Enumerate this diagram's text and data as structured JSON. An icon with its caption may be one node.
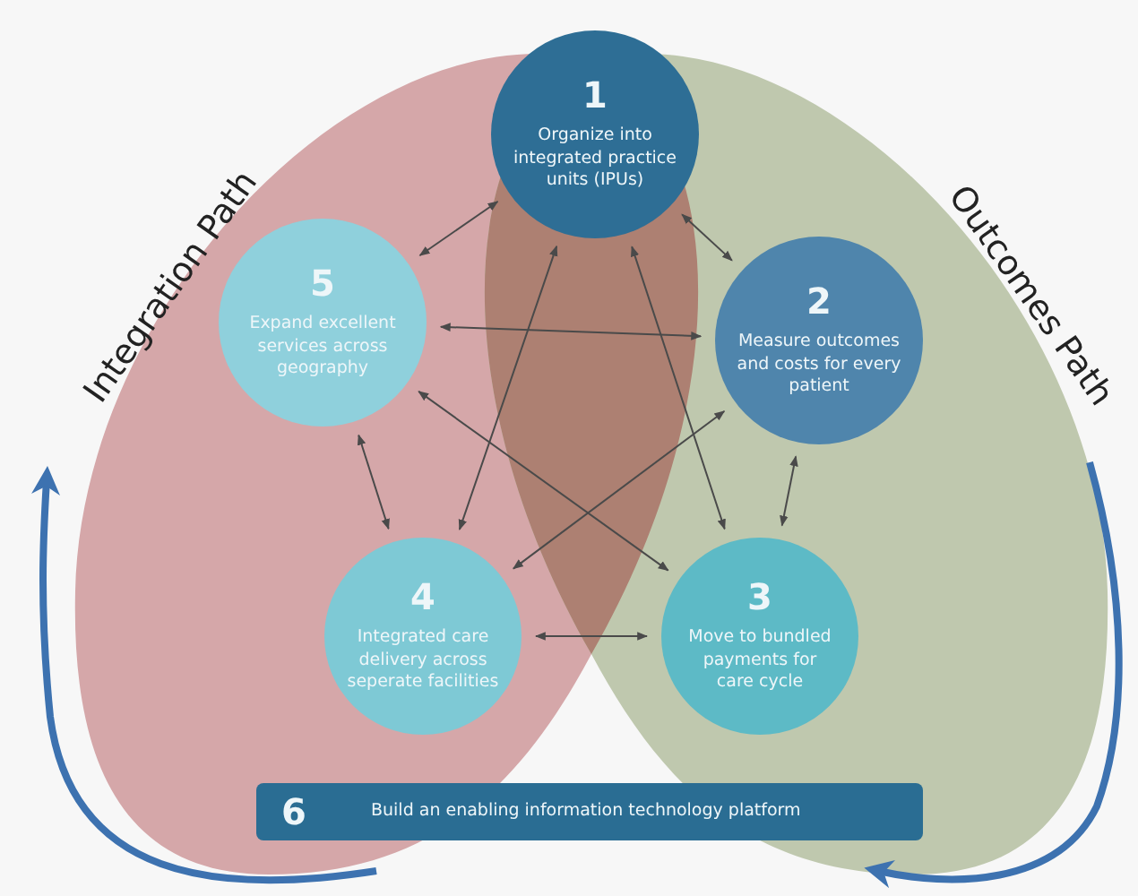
{
  "diagram": {
    "nodes": [
      {
        "text": [
          "1",
          "Organize into integrated practice units (IPUs)"
        ]
      },
      {
        "text": [
          "2",
          "Measure outcomes and costs for every patient"
        ]
      },
      {
        "text": [
          "3",
          "Move to bundled payments for care cycle"
        ]
      },
      {
        "text": [
          "4",
          "Integrated care delivery across seperate facilities"
        ]
      },
      {
        "text": [
          "5",
          "Expand excellent services across geography"
        ]
      },
      {
        "text": [
          "6",
          "Build an enabling information technology platform"
        ]
      }
    ],
    "edges": [
      {
        "from": 0,
        "to": 4,
        "arrow": "both"
      },
      {
        "from": 0,
        "to": 1,
        "arrow": "both"
      },
      {
        "from": 4,
        "to": 1,
        "arrow": "both"
      },
      {
        "from": 0,
        "to": 3,
        "arrow": "both"
      },
      {
        "from": 0,
        "to": 2,
        "arrow": "both"
      },
      {
        "from": 4,
        "to": 2,
        "arrow": "both"
      },
      {
        "from": 1,
        "to": 3,
        "arrow": "both"
      },
      {
        "from": 4,
        "to": 3,
        "arrow": "both"
      },
      {
        "from": 1,
        "to": 2,
        "arrow": "both"
      },
      {
        "from": 3,
        "to": 2,
        "arrow": "both"
      }
    ],
    "labels": [
      "Integration Path",
      "Outcomes Path"
    ]
  }
}
